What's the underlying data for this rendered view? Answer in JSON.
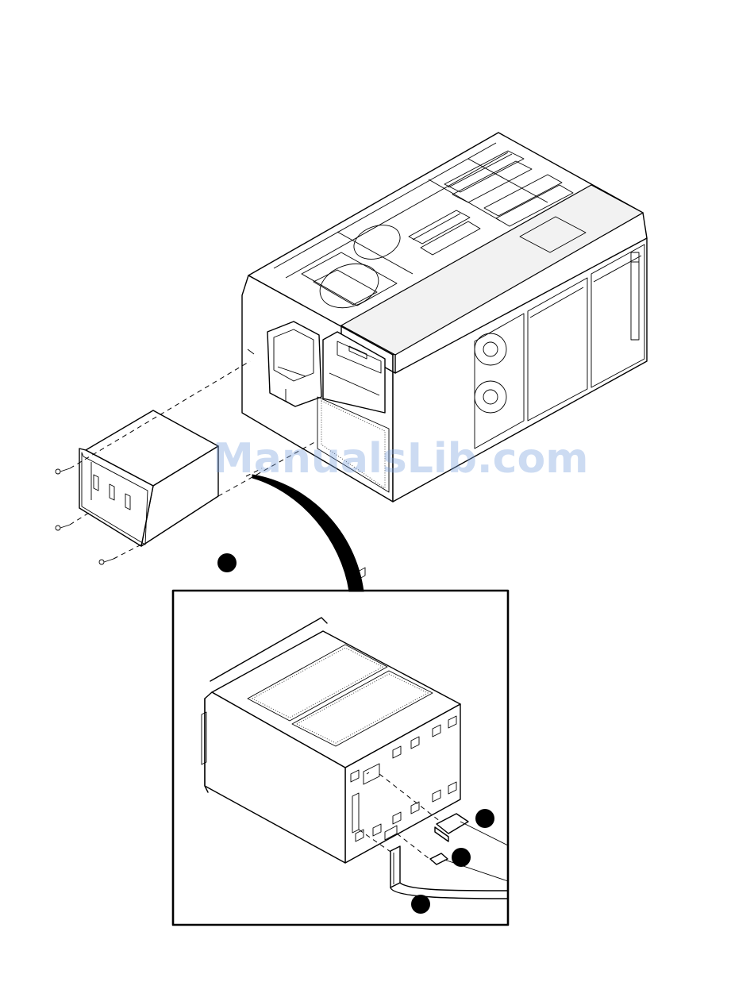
{
  "watermark": {
    "text": "ManualsLib.com",
    "color": "#78a0dc"
  },
  "callouts": [
    {
      "id": "callout-1"
    },
    {
      "id": "callout-2"
    },
    {
      "id": "callout-3"
    },
    {
      "id": "callout-4"
    }
  ],
  "colors": {
    "line": "#000000",
    "background": "#ffffff"
  }
}
